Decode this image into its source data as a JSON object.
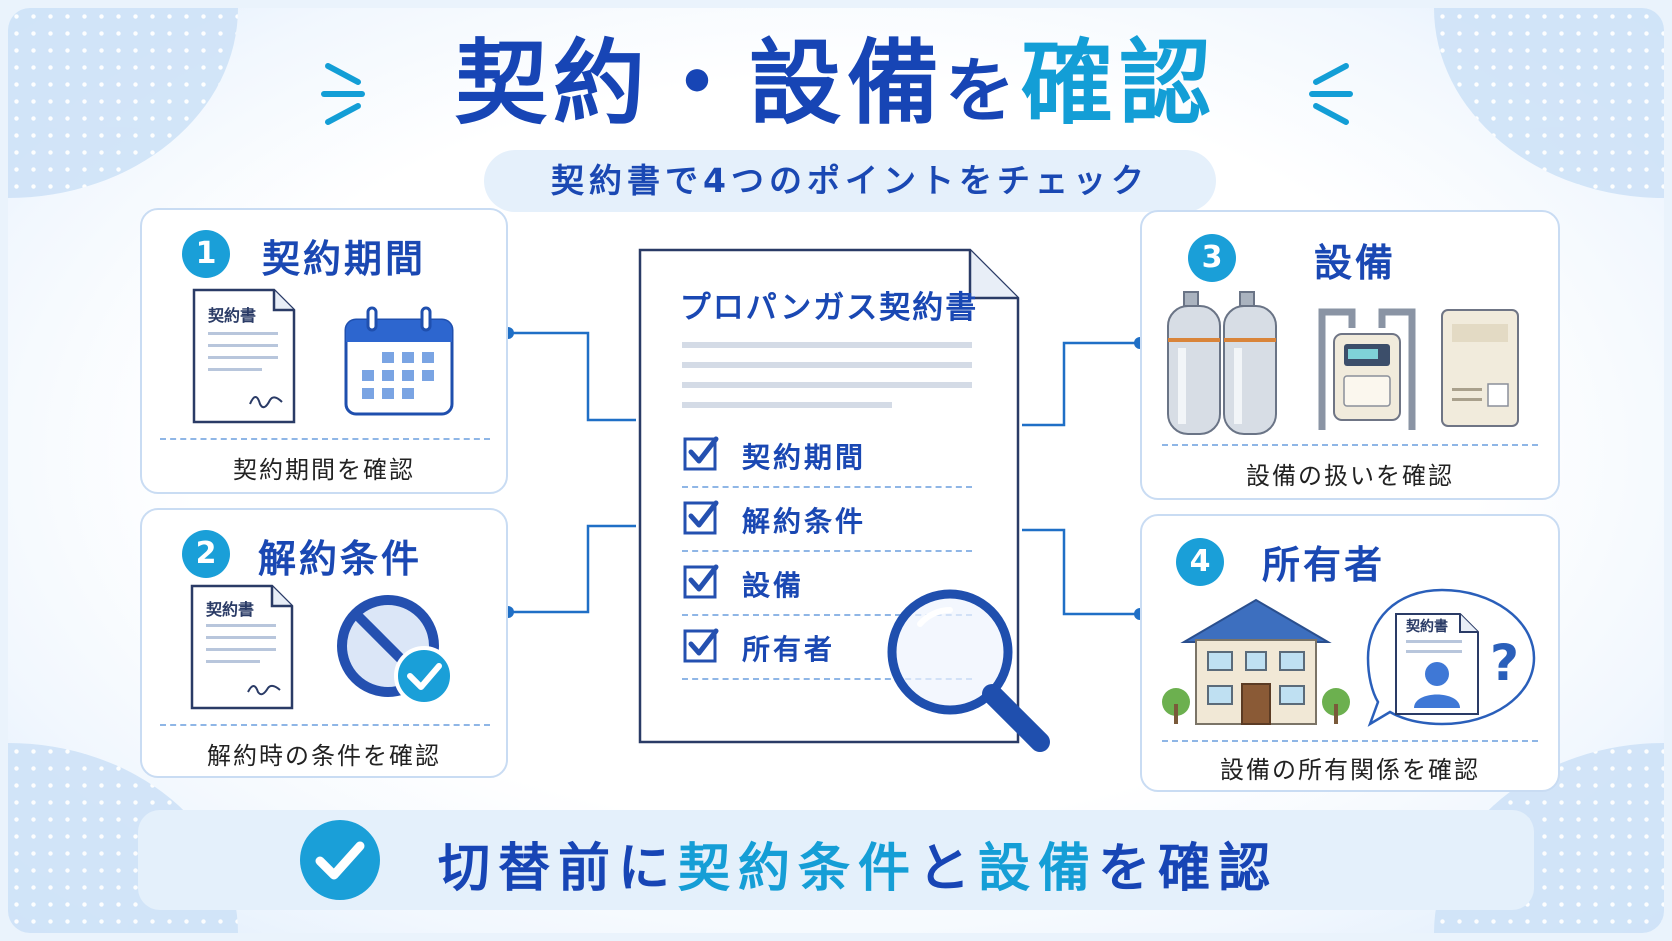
{
  "title": {
    "part1": "契約・設備",
    "part2": "を",
    "part3": "確認"
  },
  "subtitle": "契約書で4つのポイントをチェック",
  "cards": [
    {
      "number": "1",
      "title": "契約期間",
      "caption": "契約期間を確認",
      "doc_label": "契約書"
    },
    {
      "number": "2",
      "title": "解約条件",
      "caption": "解約時の条件を確認",
      "doc_label": "契約書"
    },
    {
      "number": "3",
      "title": "設備",
      "caption": "設備の扱いを確認"
    },
    {
      "number": "4",
      "title": "所有者",
      "caption": "設備の所有関係を確認",
      "doc_label": "契約書",
      "question_mark": "?"
    }
  ],
  "document": {
    "title": "プロパンガス契約書",
    "checklist": [
      "契約期間",
      "解約条件",
      "設備",
      "所有者"
    ]
  },
  "banner": {
    "part1": "切替前に",
    "part2": "契約条件",
    "part3": "と",
    "part4": "設備",
    "part5": "を確認"
  },
  "colors": {
    "primary": "#1745b5",
    "accent": "#1a9fd8",
    "card_border": "#c9dcf3",
    "banner_bg": "#e4f0fb"
  }
}
